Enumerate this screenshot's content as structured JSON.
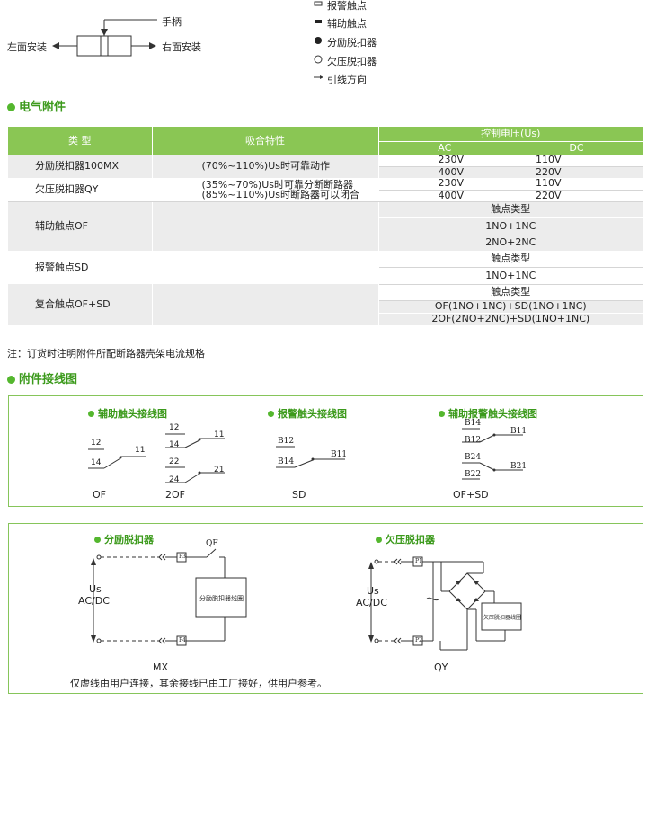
{
  "top_diagram": {
    "handle": "手柄",
    "left_mount": "左面安装",
    "right_mount": "右面安装"
  },
  "legend": {
    "items": [
      {
        "icon": "alarm-contact-icon",
        "label": "报警触点"
      },
      {
        "icon": "aux-contact-icon",
        "label": "辅助触点"
      },
      {
        "icon": "shunt-release-icon",
        "label": "分励脱扣器"
      },
      {
        "icon": "undervoltage-release-icon",
        "label": "欠压脱扣器"
      },
      {
        "icon": "lead-direction-icon",
        "label": "引线方向"
      }
    ]
  },
  "section_electrical": {
    "title": "电气附件"
  },
  "table": {
    "col_type": "类    型",
    "col_characteristic": "吸合特性",
    "col_voltage": "控制电压(Us)",
    "col_ac": "AC",
    "col_dc": "DC",
    "rows": {
      "mx": {
        "type": "分励脱扣器100MX",
        "characteristic": "(70%~110%)Us时可靠动作",
        "v1_ac": "230V",
        "v1_dc": "110V",
        "v2_ac": "400V",
        "v2_dc": "220V"
      },
      "qy": {
        "type": "欠压脱扣器QY",
        "char1": "(35%~70%)Us时可靠分断断路器",
        "char2": "(85%~110%)Us时断路器可以闭合",
        "v1_ac": "230V",
        "v1_dc": "110V",
        "v2_ac": "400V",
        "v2_dc": "220V"
      },
      "of": {
        "type": "辅助触点OF",
        "contact_type": "触点类型",
        "c1": "1NO+1NC",
        "c2": "2NO+2NC"
      },
      "sd": {
        "type": "报警触点SD",
        "contact_type": "触点类型",
        "c1": "1NO+1NC"
      },
      "ofsd": {
        "type": "复合触点OF+SD",
        "contact_type": "触点类型",
        "c1": "OF(1NO+1NC)+SD(1NO+1NC)",
        "c2": "2OF(2NO+2NC)+SD(1NO+1NC)"
      }
    }
  },
  "note": "注：订货时注明附件所配断路器壳架电流规格",
  "section_wiring": {
    "title": "附件接线图"
  },
  "wiring1": {
    "aux_title": "辅助触头接线图",
    "alarm_title": "报警触头接线图",
    "aux_alarm_title": "辅助报警触头接线图",
    "of": {
      "t12": "12",
      "t11": "11",
      "t14": "14",
      "caption": "OF"
    },
    "of2": {
      "t12": "12",
      "t11": "11",
      "t14": "14",
      "t22": "22",
      "t21": "21",
      "t24": "24",
      "caption": "2OF"
    },
    "sd": {
      "b12": "B12",
      "b11": "B11",
      "b14": "B14",
      "caption": "SD"
    },
    "ofsd": {
      "b14": "B14",
      "b11": "B11",
      "b12": "B12",
      "b24": "B24",
      "b21": "B21",
      "b22": "B22",
      "caption": "OF+SD"
    }
  },
  "wiring2": {
    "mx_title": "分励脱扣器",
    "qy_title": "欠压脱扣器",
    "us": "Us",
    "acdc": "AC/DC",
    "qf": "QF",
    "p3": "P3",
    "p4": "P4",
    "p1": "P1",
    "p2": "P2",
    "mx_coil": "分励脱扣器线圈",
    "qy_coil": "欠压脱扣器线圈",
    "mx_caption": "MX",
    "qy_caption": "QY",
    "footnote": "仅虚线由用户连接，其余接线已由工厂接好，供用户参考。"
  }
}
